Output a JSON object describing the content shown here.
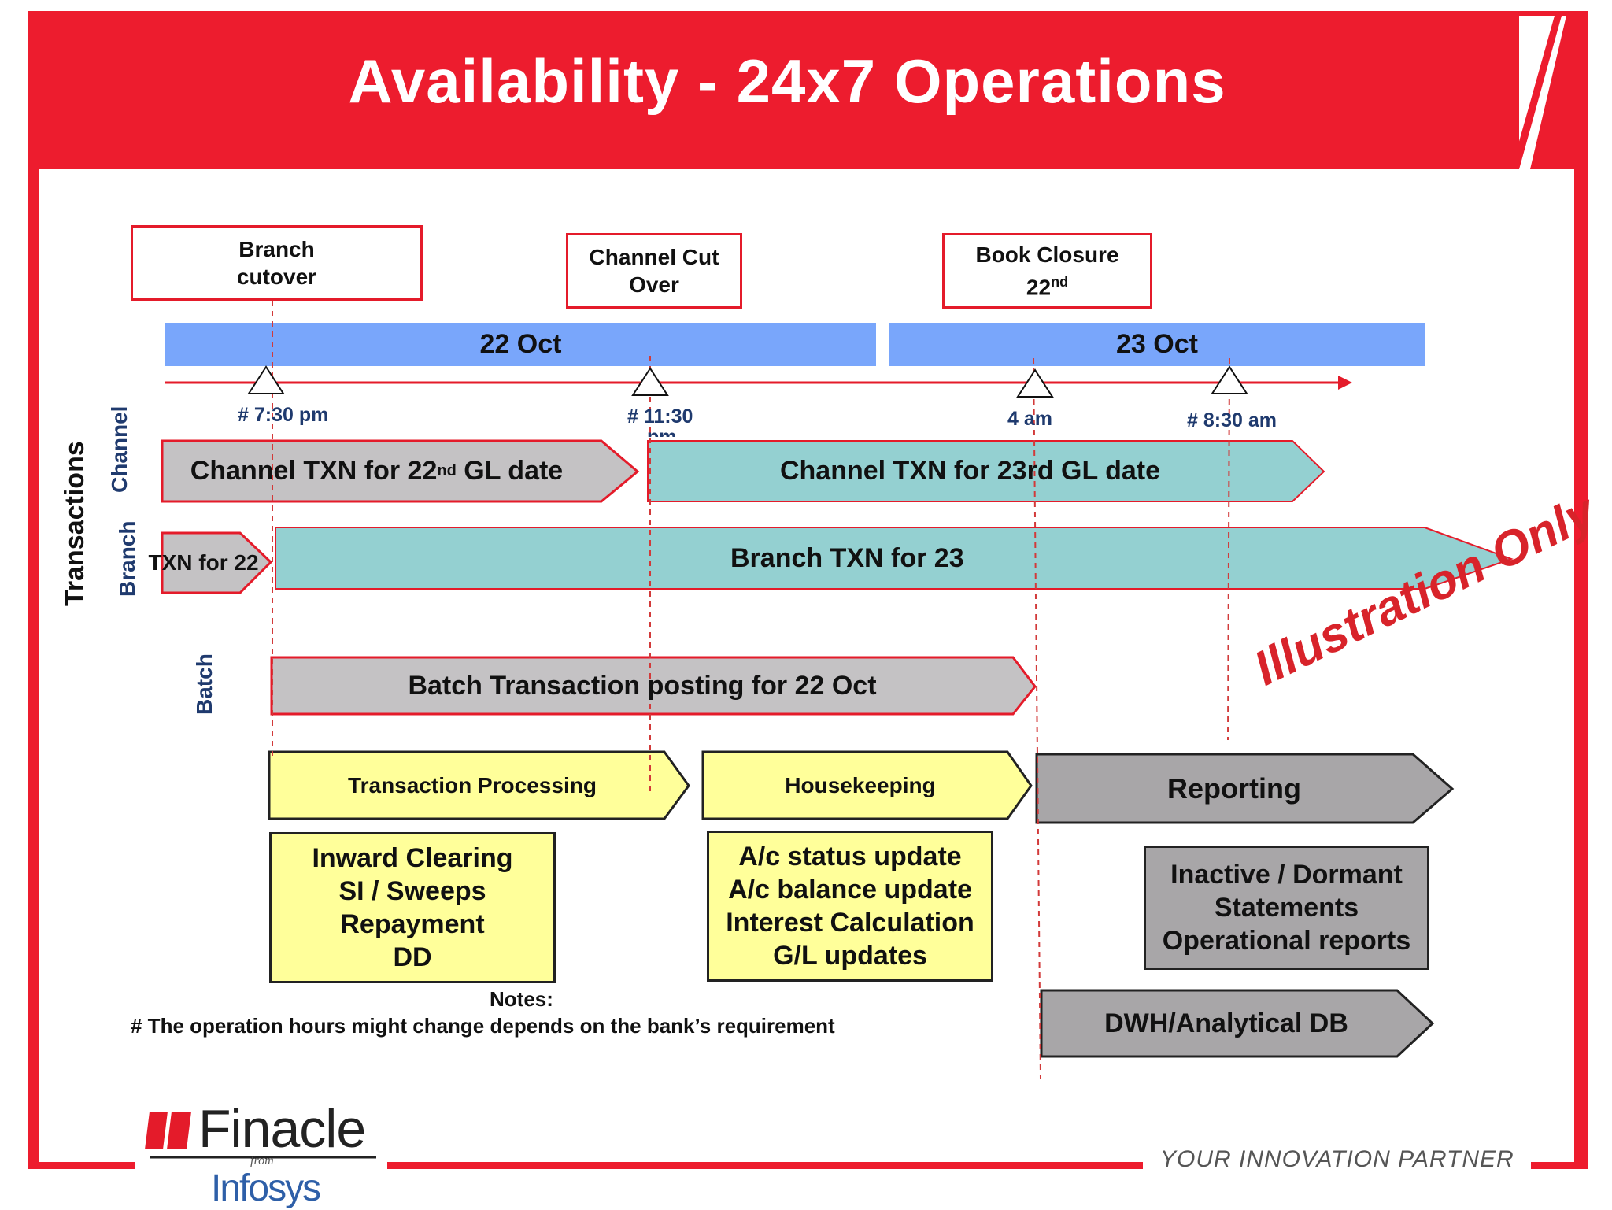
{
  "header": {
    "title": "Availability - 24x7 Operations"
  },
  "callouts": {
    "branch_cutover": [
      "Branch",
      "cutover"
    ],
    "channel_cutover": [
      "Channel Cut",
      "Over"
    ],
    "book_closure": {
      "line1": "Book Closure",
      "line2": "22",
      "sup": "nd"
    }
  },
  "days": {
    "day1": "22 Oct",
    "day2": "23 Oct"
  },
  "times": {
    "t1": "# 7:30 pm",
    "t2": "# 11:30",
    "t2_overflow": "pm",
    "t3": "4 am",
    "t4": "# 8:30 am"
  },
  "row_labels": {
    "transactions": "Transactions",
    "channel": "Channel",
    "branch": "Branch",
    "batch": "Batch"
  },
  "arrows": {
    "channel_22": {
      "pre": "Channel TXN for 22",
      "sup": "nd",
      "post": " GL date"
    },
    "channel_23": "Channel TXN for 23rd GL date",
    "branch_22": "TXN for 22",
    "branch_23": "Branch TXN for 23",
    "batch_22": "Batch Transaction posting for 22 Oct"
  },
  "phases": {
    "processing": "Transaction Processing",
    "housekeeping": "Housekeeping",
    "reporting": "Reporting",
    "dwh": "DWH/Analytical DB"
  },
  "boxes": {
    "processing": [
      "Inward Clearing",
      "SI / Sweeps",
      "Repayment",
      "DD"
    ],
    "housekeeping": [
      "A/c status update",
      "A/c balance update",
      "Interest Calculation",
      "G/L updates"
    ],
    "reporting": [
      "Inactive / Dormant",
      "Statements",
      "Operational reports"
    ]
  },
  "notes": {
    "heading": "Notes:",
    "text": "# The operation hours might change depends on the bank’s requirement"
  },
  "watermark": "Illustration Only",
  "branding": {
    "logo_text": "Finacle",
    "from": "from",
    "parent": "Infosys",
    "tagline": "YOUR INNOVATION PARTNER"
  },
  "colors": {
    "brand_red": "#ed1c2e",
    "day_bar": "#79a6fb",
    "grey_arrow": "#c4c2c4",
    "teal_arrow": "#94d0d1",
    "yellow": "#ffff9a",
    "dark_grey": "#a8a6a8"
  }
}
